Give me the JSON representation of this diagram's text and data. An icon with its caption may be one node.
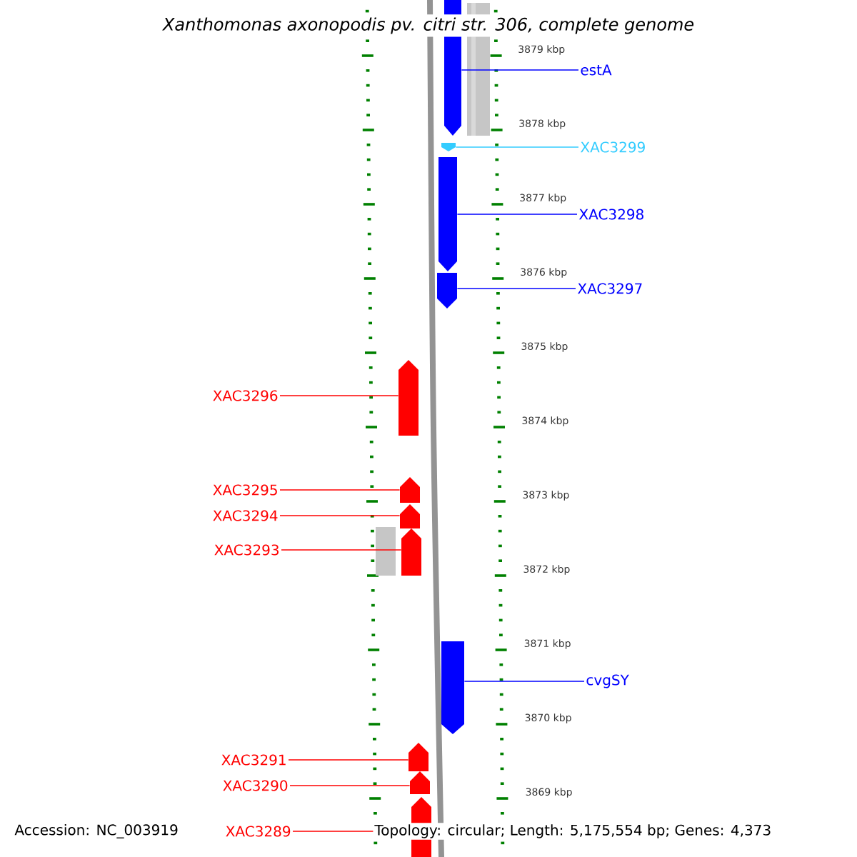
{
  "diagram": {
    "title": "Xanthomonas axonopodis pv. citri str. 306, complete genome",
    "nodes": [
      {
        "text": [
          "estA"
        ]
      },
      {
        "text": [],
        "shape": "bar"
      },
      {
        "text": [
          "XAC3299"
        ]
      },
      {
        "text": [],
        "shape": "bar"
      },
      {
        "text": [
          "XAC3298"
        ]
      },
      {
        "text": [],
        "shape": "bar"
      },
      {
        "text": [
          "XAC3297"
        ]
      },
      {
        "text": [],
        "shape": "bar"
      },
      {
        "text": [
          "XAC3296"
        ]
      },
      {
        "text": [],
        "shape": "bar"
      },
      {
        "text": [
          "XAC3295"
        ]
      },
      {
        "text": [],
        "shape": "bar"
      },
      {
        "text": [
          "XAC3294"
        ]
      },
      {
        "text": [],
        "shape": "bar"
      },
      {
        "text": [
          "XAC3293"
        ]
      },
      {
        "text": [],
        "shape": "bar"
      },
      {
        "text": [
          "cvgSY"
        ]
      },
      {
        "text": [],
        "shape": "bar"
      },
      {
        "text": [
          "XAC3291"
        ]
      },
      {
        "text": [],
        "shape": "bar"
      },
      {
        "text": [
          "XAC3290"
        ]
      },
      {
        "text": [],
        "shape": "bar"
      },
      {
        "text": [
          "XAC3289"
        ]
      },
      {
        "text": [],
        "shape": "bar"
      }
    ],
    "edges": [
      {
        "from": 0,
        "to": 1,
        "arrow": "none",
        "color": "#0000ff"
      },
      {
        "from": 2,
        "to": 3,
        "arrow": "none",
        "color": "#33ccff"
      },
      {
        "from": 4,
        "to": 5,
        "arrow": "none",
        "color": "#0000ff"
      },
      {
        "from": 6,
        "to": 7,
        "arrow": "none",
        "color": "#0000ff"
      },
      {
        "from": 8,
        "to": 9,
        "arrow": "none"
      },
      {
        "from": 10,
        "to": 11,
        "arrow": "none"
      },
      {
        "from": 12,
        "to": 13,
        "arrow": "none"
      },
      {
        "from": 14,
        "to": 15,
        "arrow": "none"
      },
      {
        "from": 16,
        "to": 17,
        "arrow": "none",
        "color": "#0000ff"
      },
      {
        "from": 18,
        "to": 19,
        "arrow": "none"
      },
      {
        "from": 20,
        "to": 21,
        "arrow": "none"
      },
      {
        "from": 22,
        "to": 23,
        "arrow": "none"
      }
    ],
    "labels": [
      "3879 kbp",
      "3878 kbp",
      "3877 kbp",
      "3876 kbp",
      "3875 kbp",
      "3874 kbp",
      "3873 kbp",
      "3872 kbp",
      "3871 kbp",
      "3870 kbp",
      "3869 kbp",
      "Accession: NC_003919",
      "Topology: circular; Length: 5,175,554 bp; Genes: 4,373"
    ]
  }
}
